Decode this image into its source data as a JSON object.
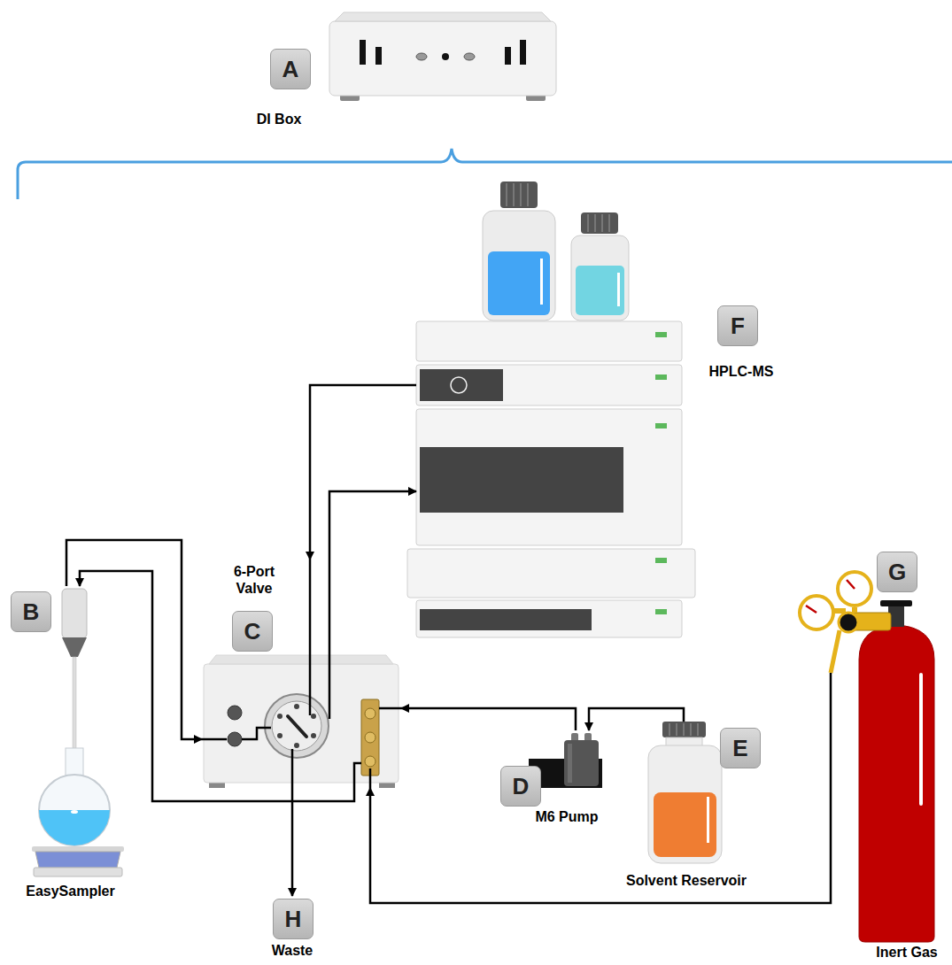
{
  "diagram": {
    "nodes": [
      {
        "text": [
          "A",
          "DI Box"
        ]
      },
      {
        "text": [
          "B",
          "EasySampler"
        ]
      },
      {
        "text": [
          "C",
          "6-Port Valve"
        ]
      },
      {
        "text": [
          "D",
          "M6 Pump"
        ]
      },
      {
        "text": [
          "E",
          "Solvent Reservoir"
        ]
      },
      {
        "text": [
          "F",
          "HPLC-MS"
        ]
      },
      {
        "text": [
          "G",
          "Inert Gas"
        ]
      },
      {
        "text": [
          "H",
          "Waste"
        ]
      }
    ],
    "edges": [
      {
        "from": 4,
        "to": 3,
        "arrow": "to"
      },
      {
        "from": 3,
        "to": 2,
        "arrow": "to"
      },
      {
        "from": 6,
        "to": 2,
        "arrow": "to"
      },
      {
        "from": 2,
        "to": 1,
        "arrow": "to"
      },
      {
        "from": 1,
        "to": 2,
        "arrow": "to"
      },
      {
        "from": 2,
        "to": 5,
        "arrow": "to"
      },
      {
        "from": 5,
        "to": 2,
        "arrow": "to"
      },
      {
        "from": 2,
        "to": 7,
        "arrow": "to"
      }
    ]
  }
}
